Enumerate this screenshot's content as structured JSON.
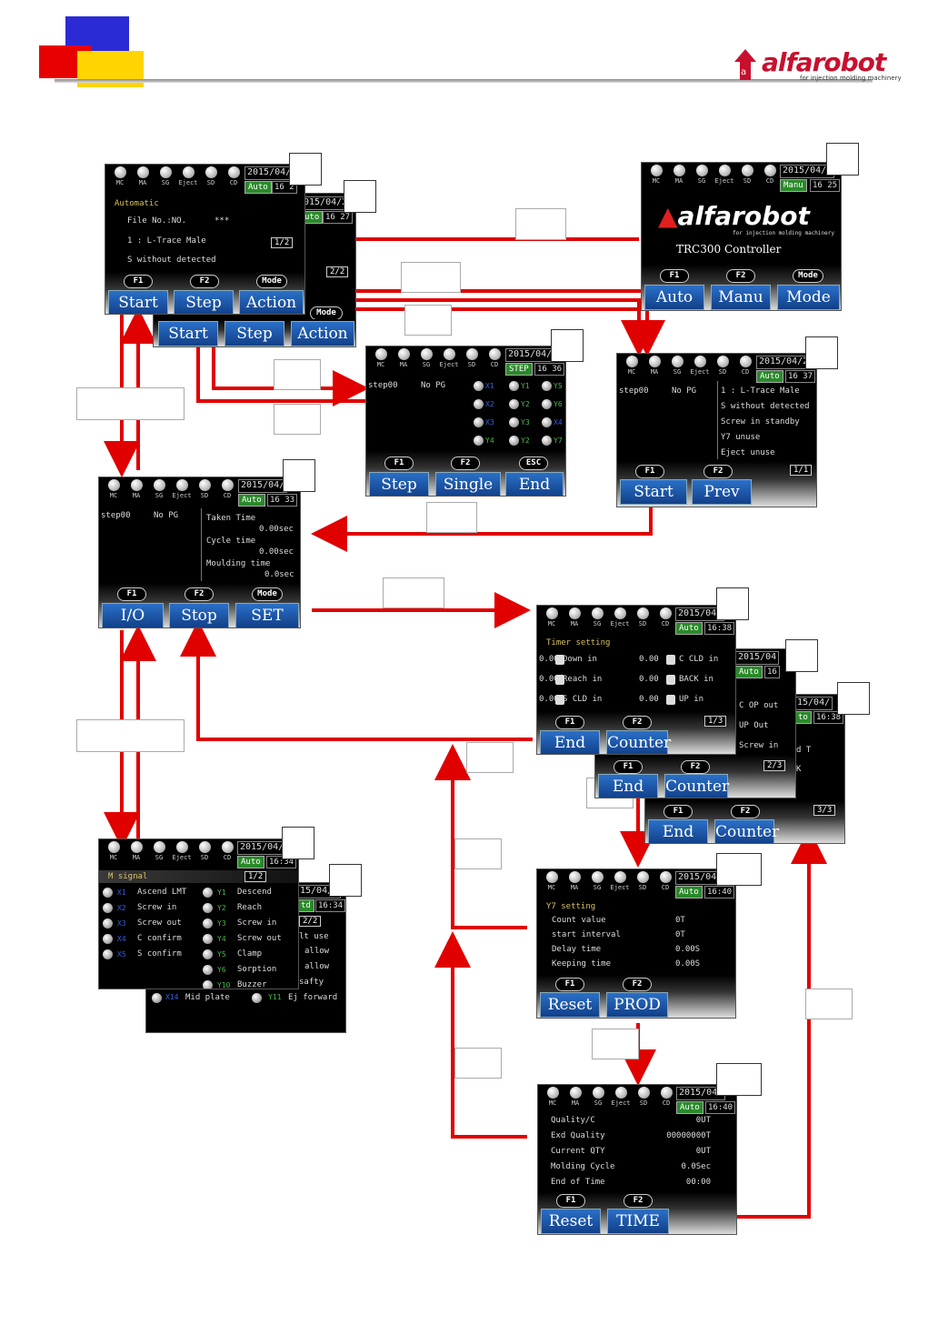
{
  "brand": {
    "logo_text": "alfarobot",
    "logo_sub": "for injection molding machinery"
  },
  "colors": {
    "arrow": "#e00000",
    "accent_blue": "#1e56a8",
    "status_green": "#2a8a2a"
  },
  "lamps": [
    "MC",
    "MA",
    "SG",
    "Eject",
    "SD",
    "CD"
  ],
  "screens": {
    "home": {
      "date": "2015/04/2",
      "mode": "Manu",
      "time": "16 25",
      "title": "TRC300 Controller",
      "keys": [
        "F1",
        "F2",
        "Mode"
      ],
      "buttons": [
        "Auto",
        "Manu",
        "Mode"
      ]
    },
    "auto": {
      "date": "2015/04/2",
      "mode": "Auto",
      "time": "16 2",
      "title": "Automatic",
      "lines": [
        "File No.:NO.",
        "***",
        "1 : L-Trace Male",
        "S without detected"
      ],
      "page": "1/2",
      "keys": [
        "F1",
        "F2",
        "Mode"
      ],
      "buttons": [
        "Start",
        "Step",
        "Action"
      ]
    },
    "auto_b": {
      "date": "015/04/2",
      "mode": "uto",
      "time": "16 27",
      "page": "2/2",
      "mode_key": "Mode",
      "buttons": [
        "Start",
        "Step",
        "Action"
      ]
    },
    "step": {
      "date": "2015/04/",
      "mode": "STEP",
      "time": "16 36",
      "lines": [
        "step00",
        "No PG"
      ],
      "io": [
        "X1",
        "Y1",
        "Y5",
        "X2",
        "Y2",
        "Y6",
        "X3",
        "Y3",
        "X4",
        "Y4",
        "Y2",
        "Y7"
      ],
      "keys": [
        "F1",
        "F2",
        "ESC"
      ],
      "buttons": [
        "Step",
        "Single",
        "End"
      ]
    },
    "action": {
      "date": "2015/04/2",
      "mode": "Auto",
      "time": "16 37",
      "lines": [
        "step00",
        "No PG",
        "1 : L-Trace Male",
        "S without detected",
        "Screw in standby",
        "Y7 unuse",
        "Eject unuse"
      ],
      "page": "1/1",
      "keys": [
        "F1",
        "F2"
      ],
      "buttons": [
        "Start",
        "Prev"
      ]
    },
    "run": {
      "date": "2015/04/",
      "mode": "Auto",
      "time": "16 33",
      "lines": [
        "step00",
        "No PG",
        "Taken Time",
        "0.00sec",
        "Cycle time",
        "0.00sec",
        "Moulding time",
        "0.0sec"
      ],
      "keys": [
        "F1",
        "F2",
        "Mode"
      ],
      "buttons": [
        "I/O",
        "Stop",
        "SET"
      ]
    },
    "timer": {
      "date": "2015/04/",
      "mode": "Auto",
      "time": "16:38",
      "title": "Timer setting",
      "rows": [
        [
          "0.00",
          "Down in",
          "0.00",
          "C CLD in"
        ],
        [
          "0.00",
          "Reach in",
          "0.00",
          "BACK in"
        ],
        [
          "0.00",
          "S CLD in",
          "0.00",
          "UP in"
        ]
      ],
      "page": "1/3",
      "keys": [
        "F1",
        "F2"
      ],
      "buttons": [
        "End",
        "Counter"
      ]
    },
    "timer2": {
      "date": "2015/04",
      "mode": "Auto",
      "time": "16",
      "rows": [
        "C OP out",
        "UP Out",
        "Screw in"
      ],
      "page": "2/3",
      "keys": [
        "F1",
        "F2"
      ],
      "buttons": [
        "End",
        "Counter"
      ]
    },
    "timer3": {
      "date": "15/04/",
      "mode": "to",
      "time": "16:38",
      "rows": [
        "d T",
        "K"
      ],
      "page": "3/3",
      "keys": [
        "F1",
        "F2"
      ],
      "buttons": [
        "End",
        "Counter"
      ]
    },
    "y7": {
      "date": "2015/04/",
      "mode": "Auto",
      "time": "16:40",
      "title": "Y7 setting",
      "rows": [
        [
          "Count value",
          "0T"
        ],
        [
          "start interval",
          "0T"
        ],
        [
          "Delay time",
          "0.00S"
        ],
        [
          "Keeping time",
          "0.00S"
        ]
      ],
      "keys": [
        "F1",
        "F2"
      ],
      "buttons": [
        "Reset",
        "PROD"
      ]
    },
    "prod": {
      "date": "2015/04/",
      "mode": "Auto",
      "time": "16:40",
      "rows": [
        [
          "Quality/C",
          "0UT"
        ],
        [
          "Exd Quality",
          "00000000T"
        ],
        [
          "Current QTY",
          "0UT"
        ],
        [
          "Molding Cycle",
          "0.0Sec"
        ],
        [
          "End of Time",
          "00:00"
        ]
      ],
      "keys": [
        "F1",
        "F2"
      ],
      "buttons": [
        "Reset",
        "TIME"
      ]
    },
    "io": {
      "date": "2015/04/2",
      "mode": "Auto",
      "time": "16:34",
      "title": "M signal",
      "page": "1/2",
      "left": [
        [
          "X1",
          "Ascend LMT"
        ],
        [
          "X2",
          "Screw in"
        ],
        [
          "X3",
          "Screw out"
        ],
        [
          "X4",
          "C confirm"
        ],
        [
          "X5",
          "S confirm"
        ]
      ],
      "right": [
        [
          "Y1",
          "Descend"
        ],
        [
          "Y2",
          "Reach"
        ],
        [
          "Y3",
          "Screw in"
        ],
        [
          "Y4",
          "Screw out"
        ],
        [
          "Y5",
          "Clamp"
        ],
        [
          "Y6",
          "Sorption"
        ],
        [
          "Y10",
          "Buzzer"
        ]
      ]
    },
    "io2": {
      "date": "15/04/2",
      "mode": "td",
      "time": "16:34",
      "page": "2/2",
      "rows": [
        "lt use",
        "allow",
        "allow",
        "safty"
      ],
      "bottom": [
        [
          "X14",
          "Mid plate"
        ],
        [
          "Y11",
          "Ej forward"
        ]
      ]
    }
  }
}
